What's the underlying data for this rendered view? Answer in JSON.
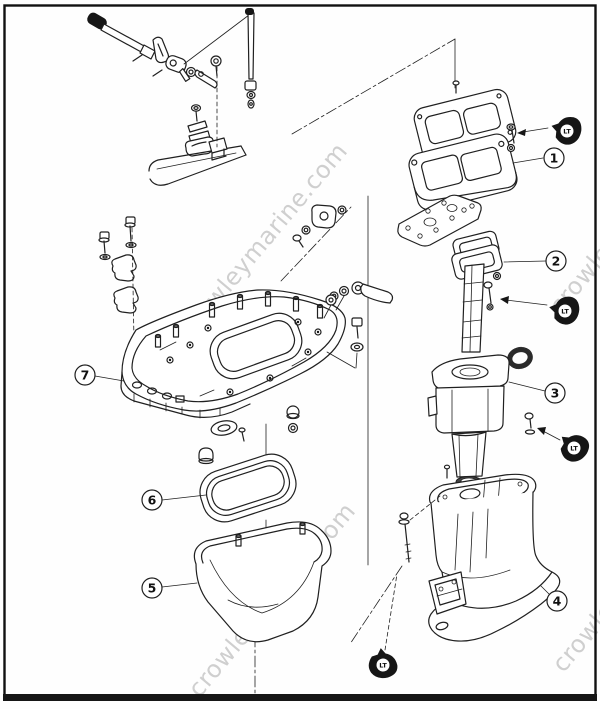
{
  "diagram": {
    "kind": "exploded-parts-diagram",
    "watermark": {
      "text": "crowleymarine.com",
      "color": "#979797"
    },
    "colors": {
      "line": "#202020",
      "background": "#ffffff",
      "frame": "#111111"
    },
    "callouts": [
      {
        "number": "1"
      },
      {
        "number": "2"
      },
      {
        "number": "3"
      },
      {
        "number": "4"
      },
      {
        "number": "5"
      },
      {
        "number": "6"
      },
      {
        "number": "7"
      }
    ],
    "sealant_markers": [
      {
        "label": "LT"
      },
      {
        "label": "LT"
      },
      {
        "label": "LT"
      },
      {
        "label": "LT"
      }
    ]
  }
}
